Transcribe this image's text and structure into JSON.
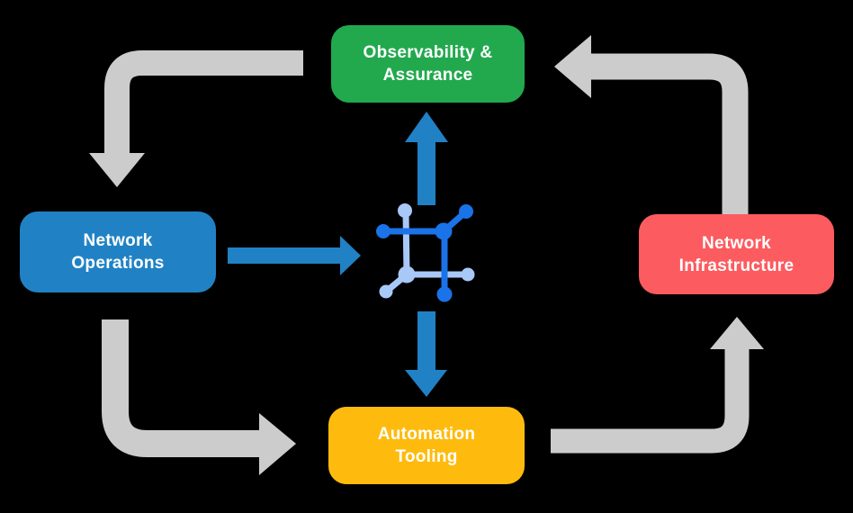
{
  "diagram": {
    "background": "#000000",
    "text_color": "#FFFFFF",
    "nodes": [
      {
        "id": "observability-assurance",
        "lines": [
          "Observability &",
          "Assurance"
        ],
        "color": "#22A94E"
      },
      {
        "id": "network-operations",
        "lines": [
          "Network",
          "Operations"
        ],
        "color": "#2082C5"
      },
      {
        "id": "network-infrastructure",
        "lines": [
          "Network",
          "Infrastructure"
        ],
        "color": "#FC5B5F"
      },
      {
        "id": "automation-tooling",
        "lines": [
          "Automation",
          "Tooling"
        ],
        "color": "#FEBB0E"
      }
    ],
    "center_icon": {
      "name": "network-mesh-icon",
      "dark_blue": "#1A73E8",
      "light_blue": "#A8C8F8"
    },
    "arrows": {
      "gray_color": "#CCCCCC",
      "blue_color": "#2082C5",
      "gray_flow": [
        "Observability & Assurance to Network Operations",
        "Network Operations to Automation Tooling",
        "Automation Tooling to Network Infrastructure",
        "Network Infrastructure to Observability & Assurance"
      ],
      "blue_flow": [
        "Network Operations to center icon",
        "center icon to Observability & Assurance",
        "center icon to Automation Tooling"
      ]
    }
  }
}
